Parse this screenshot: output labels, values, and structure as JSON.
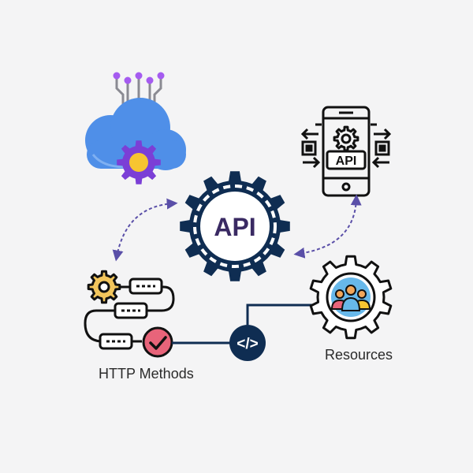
{
  "center": {
    "label": "API"
  },
  "mobile": {
    "screen_label": "API"
  },
  "labels": {
    "http_methods": "HTTP Methods",
    "resources": "Resources",
    "code": "</>"
  },
  "colors": {
    "background": "#f4f4f5",
    "navy": "#0f2d52",
    "api_text": "#3a2a63",
    "cloud": "#4f8fe8",
    "purple": "#7b3fd6",
    "node_purple": "#a55bf0",
    "yellow": "#f7c531",
    "gear_yellow": "#f2c55c",
    "check_red": "#e8647a",
    "arrow": "#5a4fa8",
    "people_bg": "#67b8ea"
  },
  "icons": [
    "cloud-gear-icon",
    "api-gear-icon",
    "mobile-api-icon",
    "http-methods-flow-icon",
    "code-icon",
    "resources-people-gear-icon"
  ]
}
